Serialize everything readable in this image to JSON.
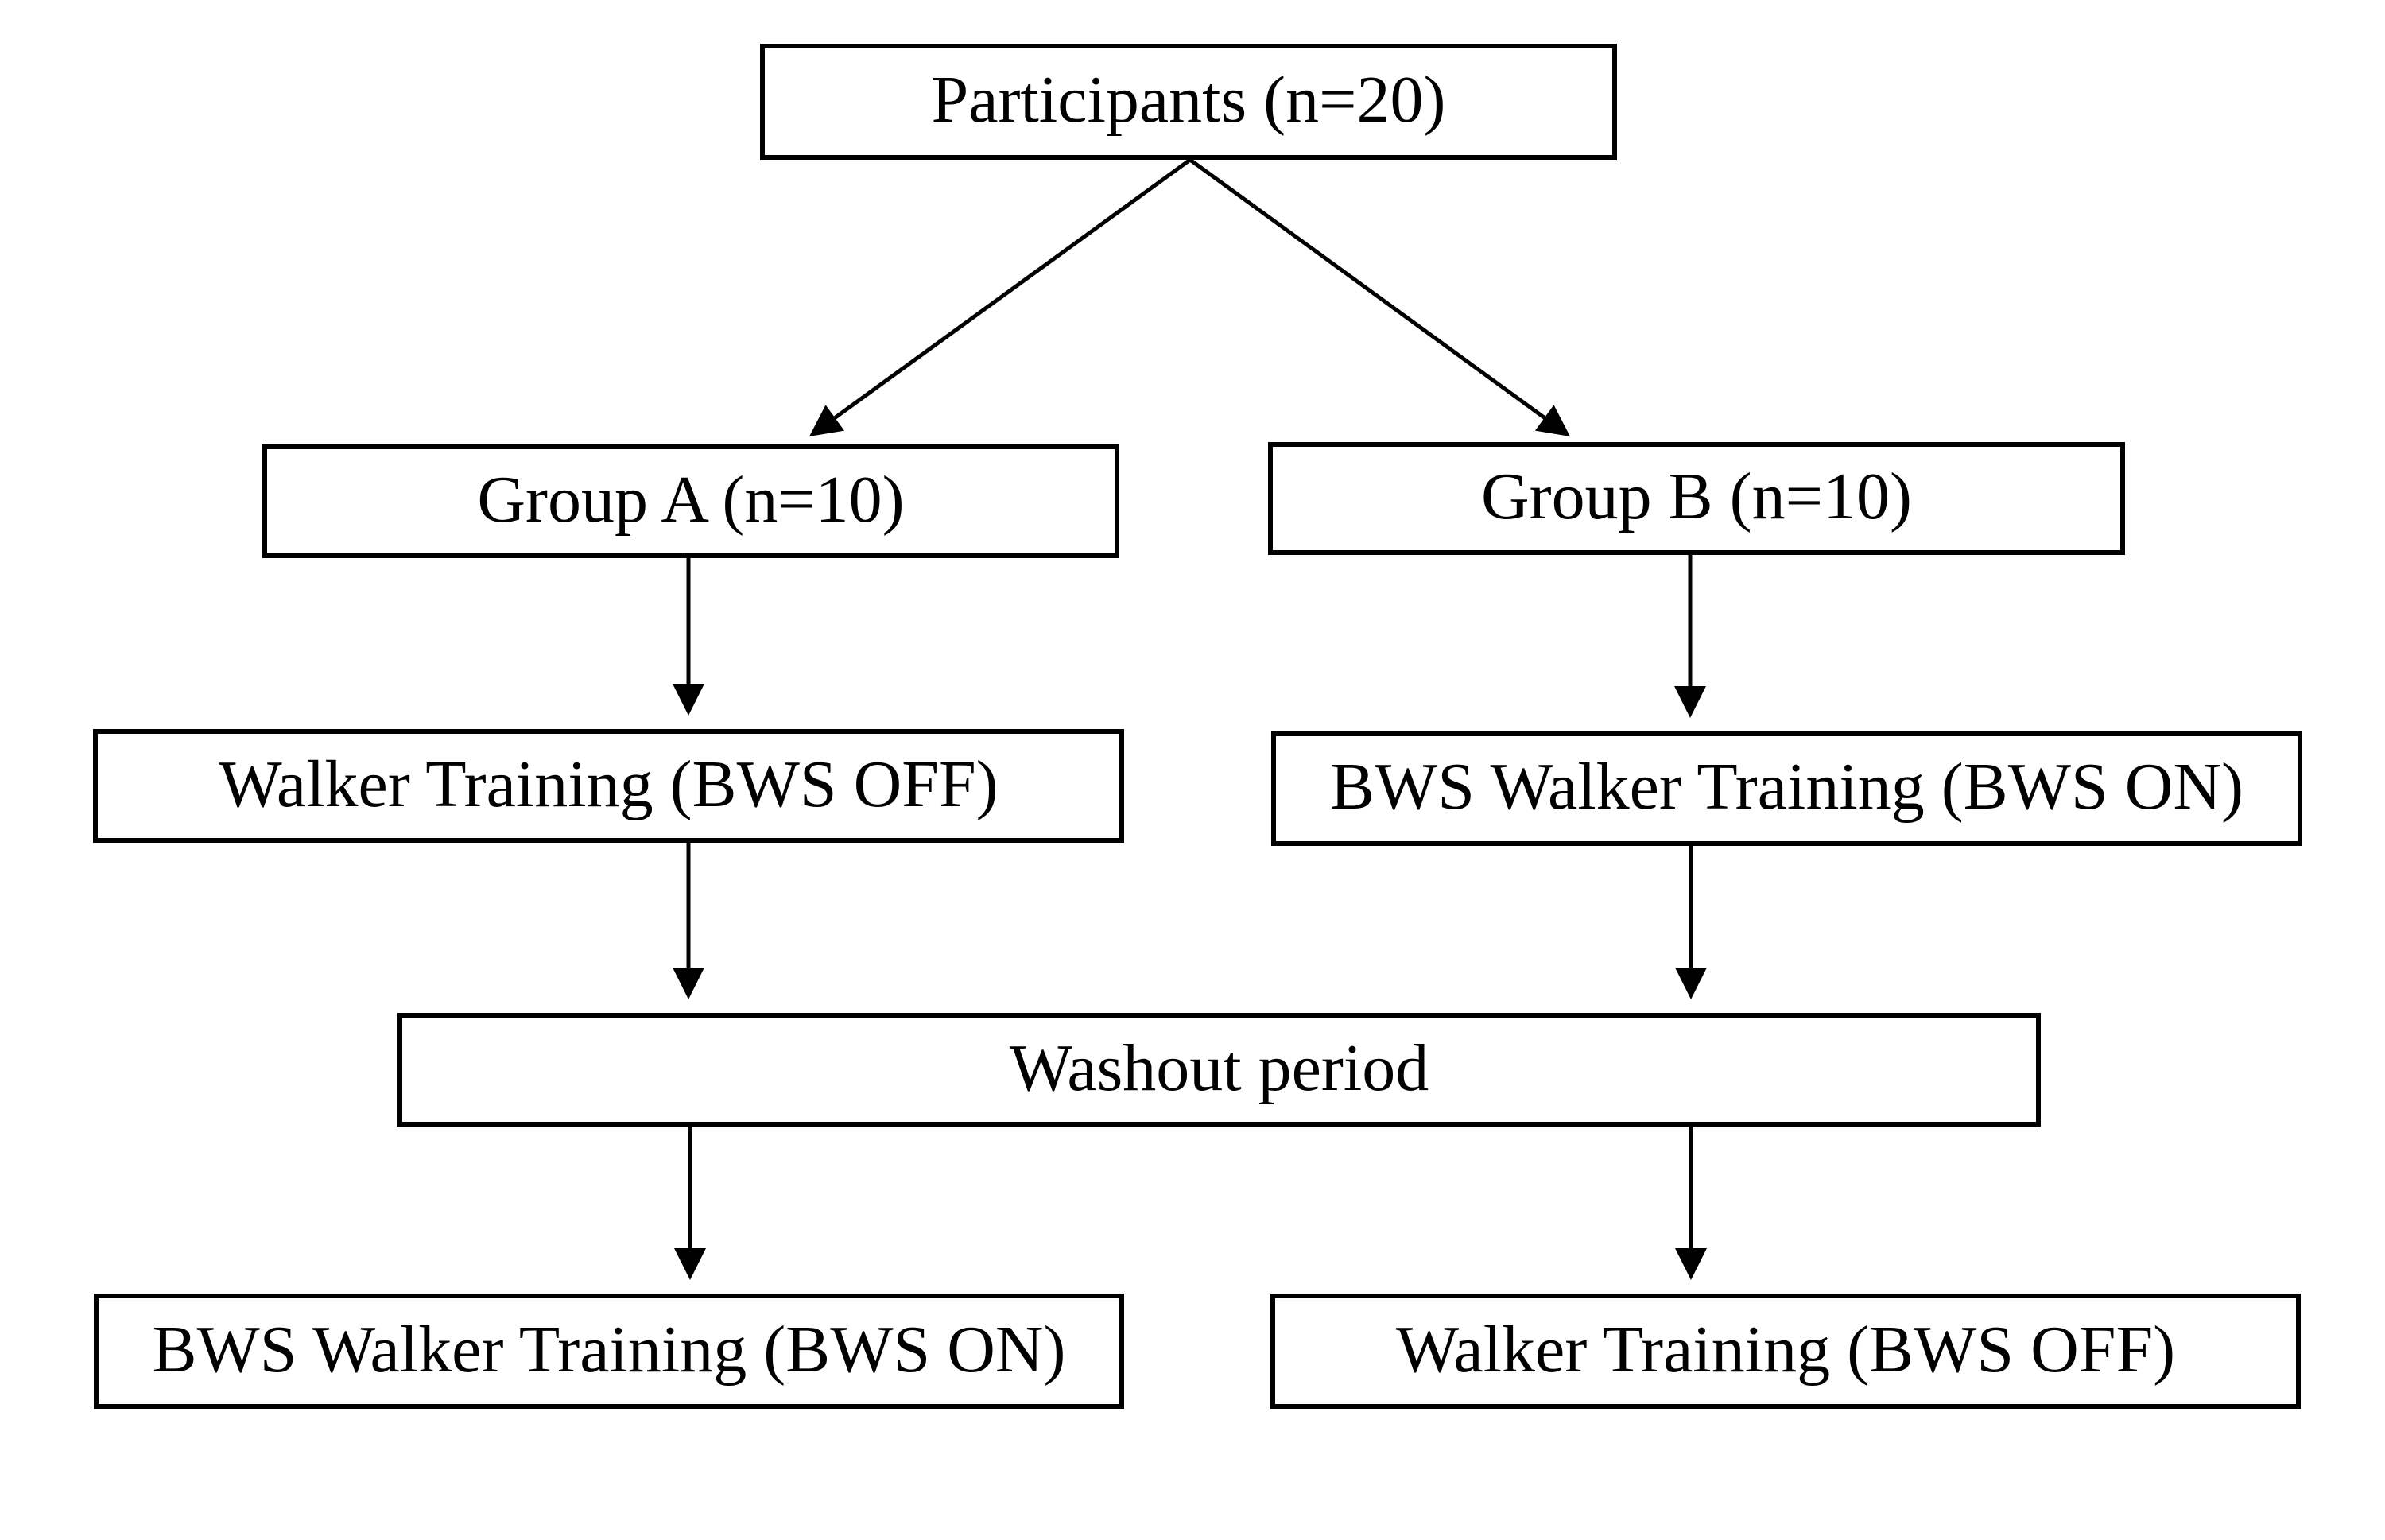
{
  "diagram": {
    "type": "flowchart",
    "description": "Crossover study design flowchart",
    "nodes": {
      "participants": "Participants (n=20)",
      "group_a": "Group A (n=10)",
      "group_b": "Group B (n=10)",
      "group_a_phase1": "Walker Training (BWS OFF)",
      "group_b_phase1": "BWS Walker Training (BWS ON)",
      "washout": "Washout period",
      "group_a_phase2": "BWS Walker Training (BWS ON)",
      "group_b_phase2": "Walker Training (BWS OFF)"
    },
    "edges": [
      {
        "from": "participants",
        "to": "group_a"
      },
      {
        "from": "participants",
        "to": "group_b"
      },
      {
        "from": "group_a",
        "to": "group_a_phase1"
      },
      {
        "from": "group_b",
        "to": "group_b_phase1"
      },
      {
        "from": "group_a_phase1",
        "to": "washout"
      },
      {
        "from": "group_b_phase1",
        "to": "washout"
      },
      {
        "from": "washout",
        "to": "group_a_phase2"
      },
      {
        "from": "washout",
        "to": "group_b_phase2"
      }
    ],
    "colors": {
      "line": "#000000",
      "box_fill": "#ffffff",
      "text": "#000000"
    }
  }
}
